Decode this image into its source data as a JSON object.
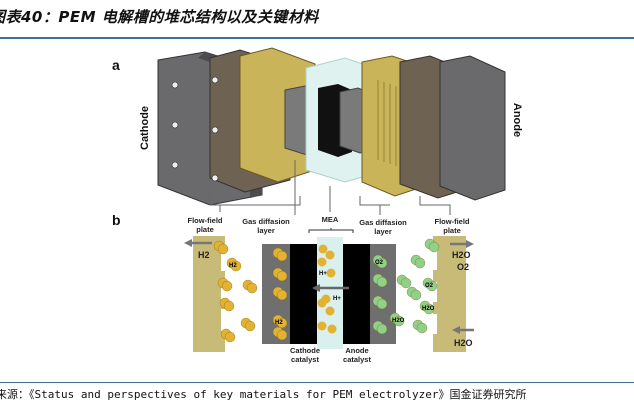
{
  "title": "图表40：PEM 电解槽的堆芯结构以及关键材料",
  "source": "来源：《Status and perspectives of key materials for PEM electrolyzer》国金证券研究所",
  "figure": {
    "panel_a": {
      "label": "a",
      "left_label": "Cathode",
      "right_label": "Anode"
    },
    "panel_b": {
      "label": "b",
      "flow_field_left": [
        "Flow-field",
        "plate"
      ],
      "gdl_left": [
        "Gas diffasion",
        "layer"
      ],
      "mea": "MEA",
      "gdl_right": [
        "Gas diffasion",
        "layer"
      ],
      "flow_field_right": [
        "Flow-field",
        "plate"
      ],
      "cathode_catalyst": [
        "Cathode",
        "catalyst"
      ],
      "anode_catalyst": [
        "Anode",
        "catalyst"
      ],
      "h2_out": "H2",
      "h2o_o2_out": [
        "H2O",
        "O2"
      ],
      "h2o_in": "H2O",
      "molecule_labels": {
        "h2": "H2",
        "h_plus": "H+",
        "o2": "O2",
        "h2o": "H2O"
      }
    }
  },
  "colors": {
    "rule": "#3f6f93",
    "plate_yellow": "#c9bd78",
    "gdl_gray": "#6d6d6d",
    "membrane": "#d6efee",
    "h_atom": "#e3b233",
    "o_atom": "#8fd18a"
  }
}
